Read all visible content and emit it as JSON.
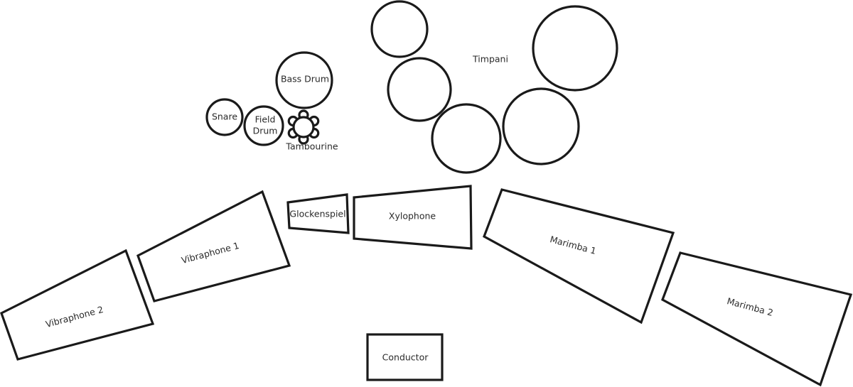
{
  "diagram": {
    "stroke_color": "#1a1a1a",
    "labels": {
      "timpani": "Timpani",
      "bass_drum": "Bass Drum",
      "snare": "Snare",
      "field_drum_line1": "Field",
      "field_drum_line2": "Drum",
      "tambourine": "Tambourine",
      "glockenspiel": "Glockenspiel",
      "xylophone": "Xylophone",
      "vibraphone_1": "Vibraphone 1",
      "vibraphone_2": "Vibraphone 2",
      "marimba_1": "Marimba 1",
      "marimba_2": "Marimba 2",
      "conductor": "Conductor"
    }
  }
}
